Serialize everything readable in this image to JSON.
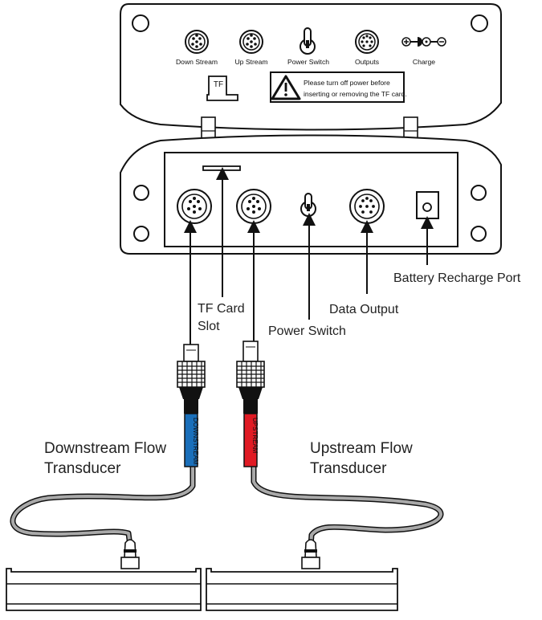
{
  "colors": {
    "line": "#111111",
    "cable_gray": "#a9a9a9",
    "downstream_sleeve": "#1a6fba",
    "upstream_sleeve": "#e01b24"
  },
  "lid_panel": {
    "ports": [
      {
        "label": "Down Stream",
        "icon": "connector-icon"
      },
      {
        "label": "Up Stream",
        "icon": "connector-icon"
      },
      {
        "label": "Power Switch",
        "icon": "toggle-switch-icon"
      },
      {
        "label": "Outputs",
        "icon": "connector-icon"
      },
      {
        "label": "Charge",
        "icon": "dc-polarity-icon"
      }
    ],
    "tf_label": "TF",
    "warning_line1": "Please turn off power before",
    "warning_line2": "inserting or removing the TF card."
  },
  "callouts": {
    "tf_card_line1": "TF Card",
    "tf_card_line2": "Slot",
    "power_switch": "Power Switch",
    "data_output": "Data Output",
    "battery_port": "Battery Recharge Port"
  },
  "transducers": {
    "downstream_line1": "Downstream Flow",
    "downstream_line2": "Transducer",
    "upstream_line1": "Upstream Flow",
    "upstream_line2": "Transducer",
    "downstream_tag": "DOWNSTREAM",
    "upstream_tag": "UPSTREAM"
  }
}
